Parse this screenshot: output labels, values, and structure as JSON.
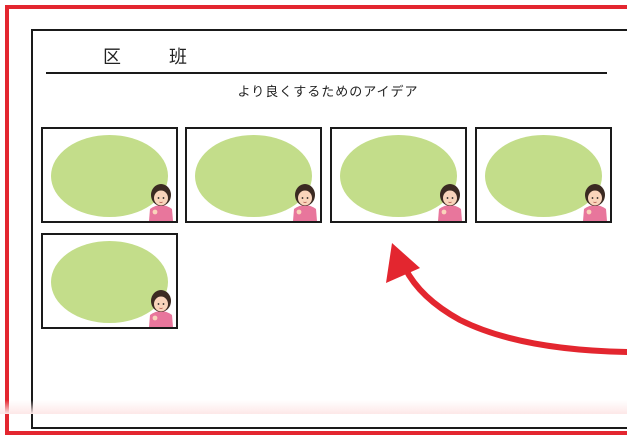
{
  "header": {
    "ward_label": "区",
    "group_label": "班"
  },
  "subtitle": "より良くするためのアイデア",
  "cards": [
    {
      "bubble_text": ""
    },
    {
      "bubble_text": ""
    },
    {
      "bubble_text": ""
    },
    {
      "bubble_text": ""
    },
    {
      "bubble_text": ""
    }
  ],
  "colors": {
    "frame": "#e3262f",
    "bubble": "#c3dd8a",
    "arrow": "#e3262f"
  },
  "icons": [
    "girl-thinking-icon",
    "curved-arrow-icon"
  ]
}
